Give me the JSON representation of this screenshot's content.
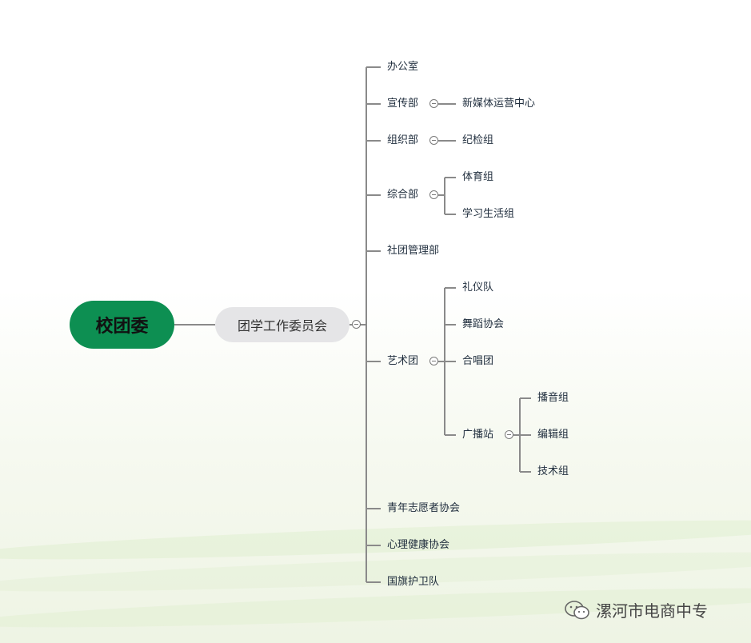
{
  "diagram": {
    "root": "校团委",
    "level1": "团学工作委员会",
    "departments": [
      {
        "label": "办公室"
      },
      {
        "label": "宣传部",
        "children": [
          "新媒体运营中心"
        ]
      },
      {
        "label": "组织部",
        "children": [
          "纪检组"
        ]
      },
      {
        "label": "综合部",
        "children": [
          "体育组",
          "学习生活组"
        ]
      },
      {
        "label": "社团管理部"
      },
      {
        "label": "艺术团",
        "children": [
          "礼仪队",
          "舞蹈协会",
          "合唱团",
          "广播站"
        ]
      },
      {
        "label": "青年志愿者协会"
      },
      {
        "label": "心理健康协会"
      },
      {
        "label": "国旗护卫队"
      }
    ],
    "broadcast_children": [
      "播音组",
      "编辑组",
      "技术组"
    ]
  },
  "watermark": {
    "text": "漯河市电商中专",
    "icon": "wechat-icon"
  },
  "colors": {
    "root_fill": "#0d8f52",
    "level1_fill": "#e5e5e7",
    "line": "#8a8a8a",
    "text": "#1f2d3d"
  }
}
